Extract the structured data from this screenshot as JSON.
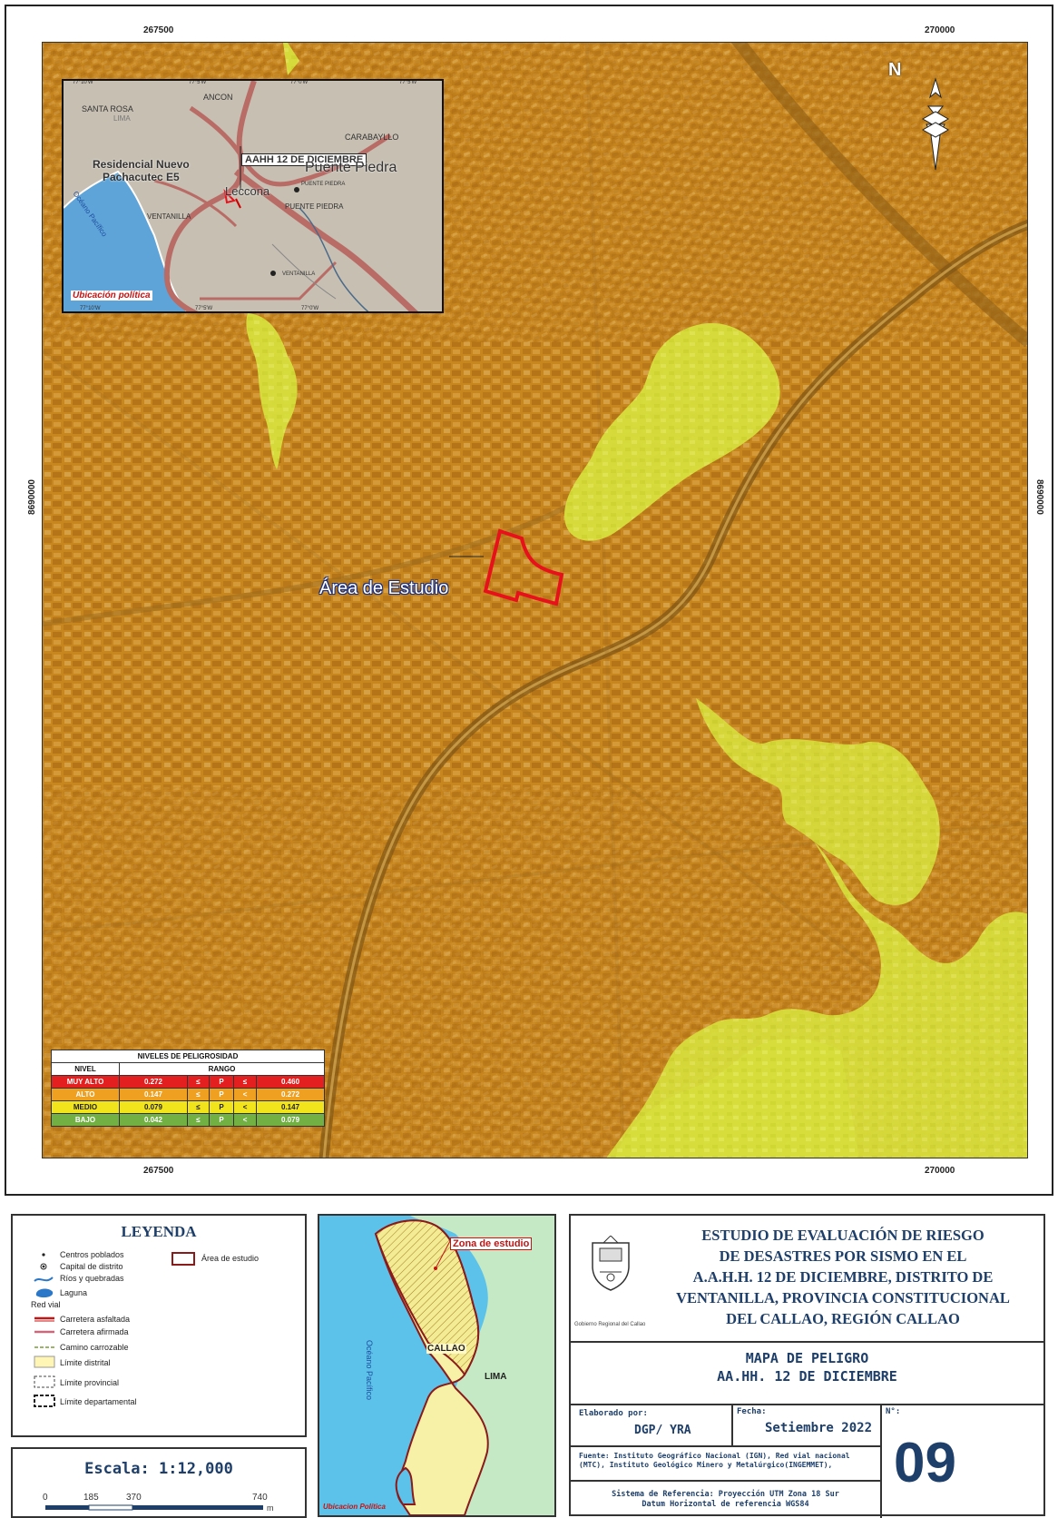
{
  "map": {
    "coords": {
      "x_left": "267500",
      "x_right": "270000",
      "y_mid": "8690000"
    },
    "north_letter": "N",
    "study_area_label": "Área de Estudio",
    "colors": {
      "high_hazard": "#cc8a26",
      "medium_hazard": "#d7df3c",
      "study_boundary": "#e8111b"
    }
  },
  "inset": {
    "label_ubicacion": "Ubicación política",
    "label_aahh": "AAHH 12 DE DICIEMBRE",
    "place_ancon": "ANCON",
    "place_santa_rosa": "SANTA ROSA",
    "place_lima": "LIMA",
    "place_carabayllo": "CARABAYLLO",
    "place_residencial": "Residencial Nuevo\nPachacutec E5",
    "place_puente_piedra_big": "Puente Piedra",
    "place_puente_piedra_pt": "PUENTE PIEDRA",
    "place_puente_piedra_sm": "PUENTE PIEDRA",
    "place_leccona": "Leccona",
    "place_ventanilla": "VENTANILLA",
    "place_ventanilla_pt": "VENTANILLA",
    "ocean": "Océano Pacífico",
    "top_ticks": [
      "77°10'W",
      "77°5'W",
      "77°0'W",
      "77°5'W"
    ],
    "bottom_ticks": [
      "77°10'W",
      "77°5'W",
      "77°0'W"
    ]
  },
  "hazard_table": {
    "title": "NIVELES DE PELIGROSIDAD",
    "col_level": "NIVEL",
    "col_range": "RANGO",
    "rows": [
      {
        "level": "MUY ALTO",
        "low": "0.272",
        "op1": "≤",
        "p": "P",
        "op2": "≤",
        "high": "0.460",
        "color": "#e41f1f"
      },
      {
        "level": "ALTO",
        "low": "0.147",
        "op1": "≤",
        "p": "P",
        "op2": "<",
        "high": "0.272",
        "color": "#f0a020"
      },
      {
        "level": "MEDIO",
        "low": "0.079",
        "op1": "≤",
        "p": "P",
        "op2": "<",
        "high": "0.147",
        "color": "#f2e41c"
      },
      {
        "level": "BAJO",
        "low": "0.042",
        "op1": "≤",
        "p": "P",
        "op2": "<",
        "high": "0.079",
        "color": "#72b043"
      }
    ]
  },
  "legend": {
    "title": "LEYENDA",
    "items": {
      "centros": "Centros poblados",
      "capital": "Capital de distrito",
      "rios": "Ríos y quebradas",
      "laguna": "Laguna",
      "red_vial": "Red vial",
      "asfaltada": "Carretera asfaltada",
      "afirmada": "Carretera afirmada",
      "camino": "Camino carrozable",
      "lim_distrital": "Límite distrital",
      "lim_provincial": "Límite provincial",
      "lim_departamental": "Límite departamental",
      "area_estudio": "Área de estudio"
    }
  },
  "scale": {
    "label": "Escala: 1:12,000",
    "ticks": [
      "0",
      "185",
      "370",
      "740"
    ],
    "unit": "m"
  },
  "minimap": {
    "zona": "Zona de estudio",
    "callao": "CALLAO",
    "lima": "LIMA",
    "ocean": "Océano Pacífico",
    "ubicacion": "Ubicacion Política"
  },
  "title_block": {
    "gov": "Gobierno Regional del Callao",
    "study_title": "ESTUDIO DE EVALUACIÓN DE RIESGO\nDE DESASTRES POR SISMO EN EL\nA.A.H.H. 12 DE DICIEMBRE, DISTRITO DE\nVENTANILLA, PROVINCIA CONSTITUCIONAL\nDEL CALLAO, REGIÓN CALLAO",
    "map_name": "MAPA DE PELIGRO\nAA.HH. 12 DE DICIEMBRE",
    "elaborado_label": "Elaborado por:",
    "elaborado_value": "DGP/ YRA",
    "fecha_label": "Fecha:",
    "fecha_value": "Setiembre 2022",
    "numero_label": "N°:",
    "numero_value": "09",
    "fuente": "Fuente: Instituto Geográfico Nacional (IGN), Red vial nacional\n(MTC), Instituto Geológico Minero y Metalúrgico(INGEMMET),",
    "sistema": "Sistema de Referencia: Proyección UTM Zona 18 Sur\nDatum Horizontal de referencia WGS84"
  }
}
